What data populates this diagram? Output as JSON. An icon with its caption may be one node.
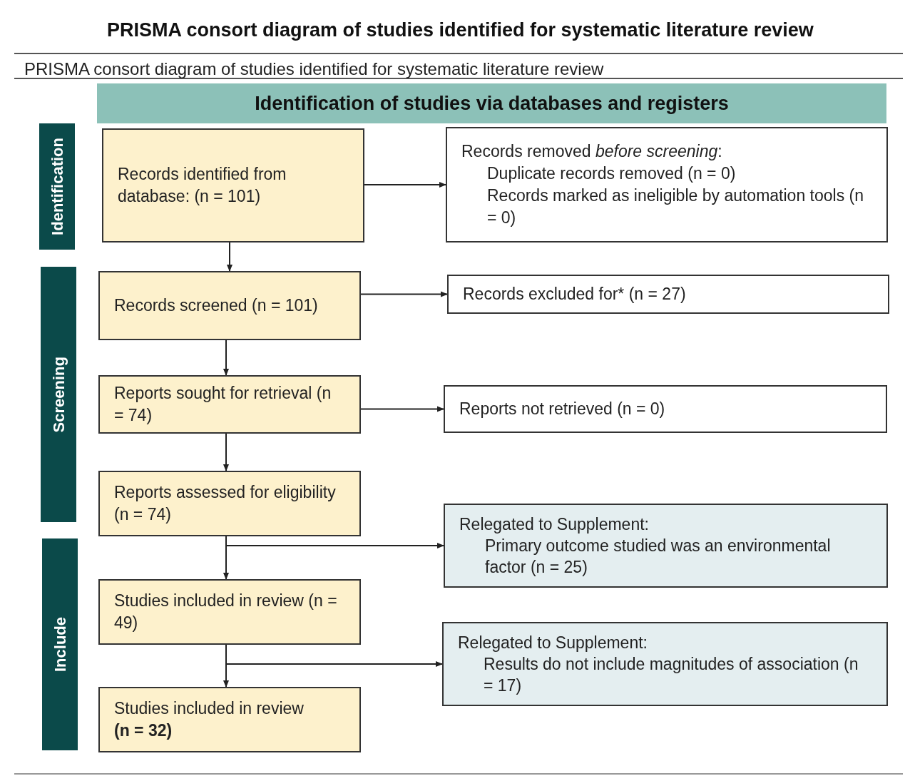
{
  "diagram": {
    "title": "PRISMA consort diagram of studies identified for systematic literature review",
    "nodes": [
      {
        "text": [
          "Identification of studies via databases and registers"
        ]
      },
      {
        "text": [
          "Identification"
        ]
      },
      {
        "text": [
          "Screening"
        ]
      },
      {
        "text": [
          "Include"
        ]
      },
      {
        "text": [
          "Records identified from database: (n = 101)"
        ]
      },
      {
        "text": [
          "Records removed *before screening*:",
          "Duplicate records removed (n = 0)",
          "Records marked as ineligible by automation tools (n = 0)"
        ]
      },
      {
        "text": [
          "Records screened (n = 101)"
        ]
      },
      {
        "text": [
          "Records excluded for* (n = 27)"
        ]
      },
      {
        "text": [
          "Reports sought for retrieval (n = 74)"
        ]
      },
      {
        "text": [
          "Reports not retrieved (n = 0)"
        ]
      },
      {
        "text": [
          "Reports assessed for eligibility (n = 74)"
        ]
      },
      {
        "text": [
          "Relegated to Supplement:",
          "Primary outcome studied was an environmental factor (n = 25)"
        ]
      },
      {
        "text": [
          "Studies included in review (n = 49)"
        ]
      },
      {
        "text": [
          "Relegated to Supplement:",
          "Results do not include magnitudes of association (n = 17)"
        ]
      },
      {
        "text": [
          "Studies included in review",
          "**(n = 32)**"
        ]
      }
    ],
    "edges": [
      {
        "from": 4,
        "to": 5,
        "arrow": "to"
      },
      {
        "from": 4,
        "to": 6,
        "arrow": "to"
      },
      {
        "from": 6,
        "to": 7,
        "arrow": "to"
      },
      {
        "from": 6,
        "to": 8,
        "arrow": "to"
      },
      {
        "from": 8,
        "to": 9,
        "arrow": "to"
      },
      {
        "from": 8,
        "to": 10,
        "arrow": "to"
      },
      {
        "from": 10,
        "to": 11,
        "arrow": "to"
      },
      {
        "from": 10,
        "to": 12,
        "arrow": "to"
      },
      {
        "from": 12,
        "to": 13,
        "arrow": "to"
      },
      {
        "from": 12,
        "to": 14,
        "arrow": "to"
      }
    ],
    "labels": [
      "PRISMA consort diagram of studies identified for systematic literature review"
    ]
  }
}
